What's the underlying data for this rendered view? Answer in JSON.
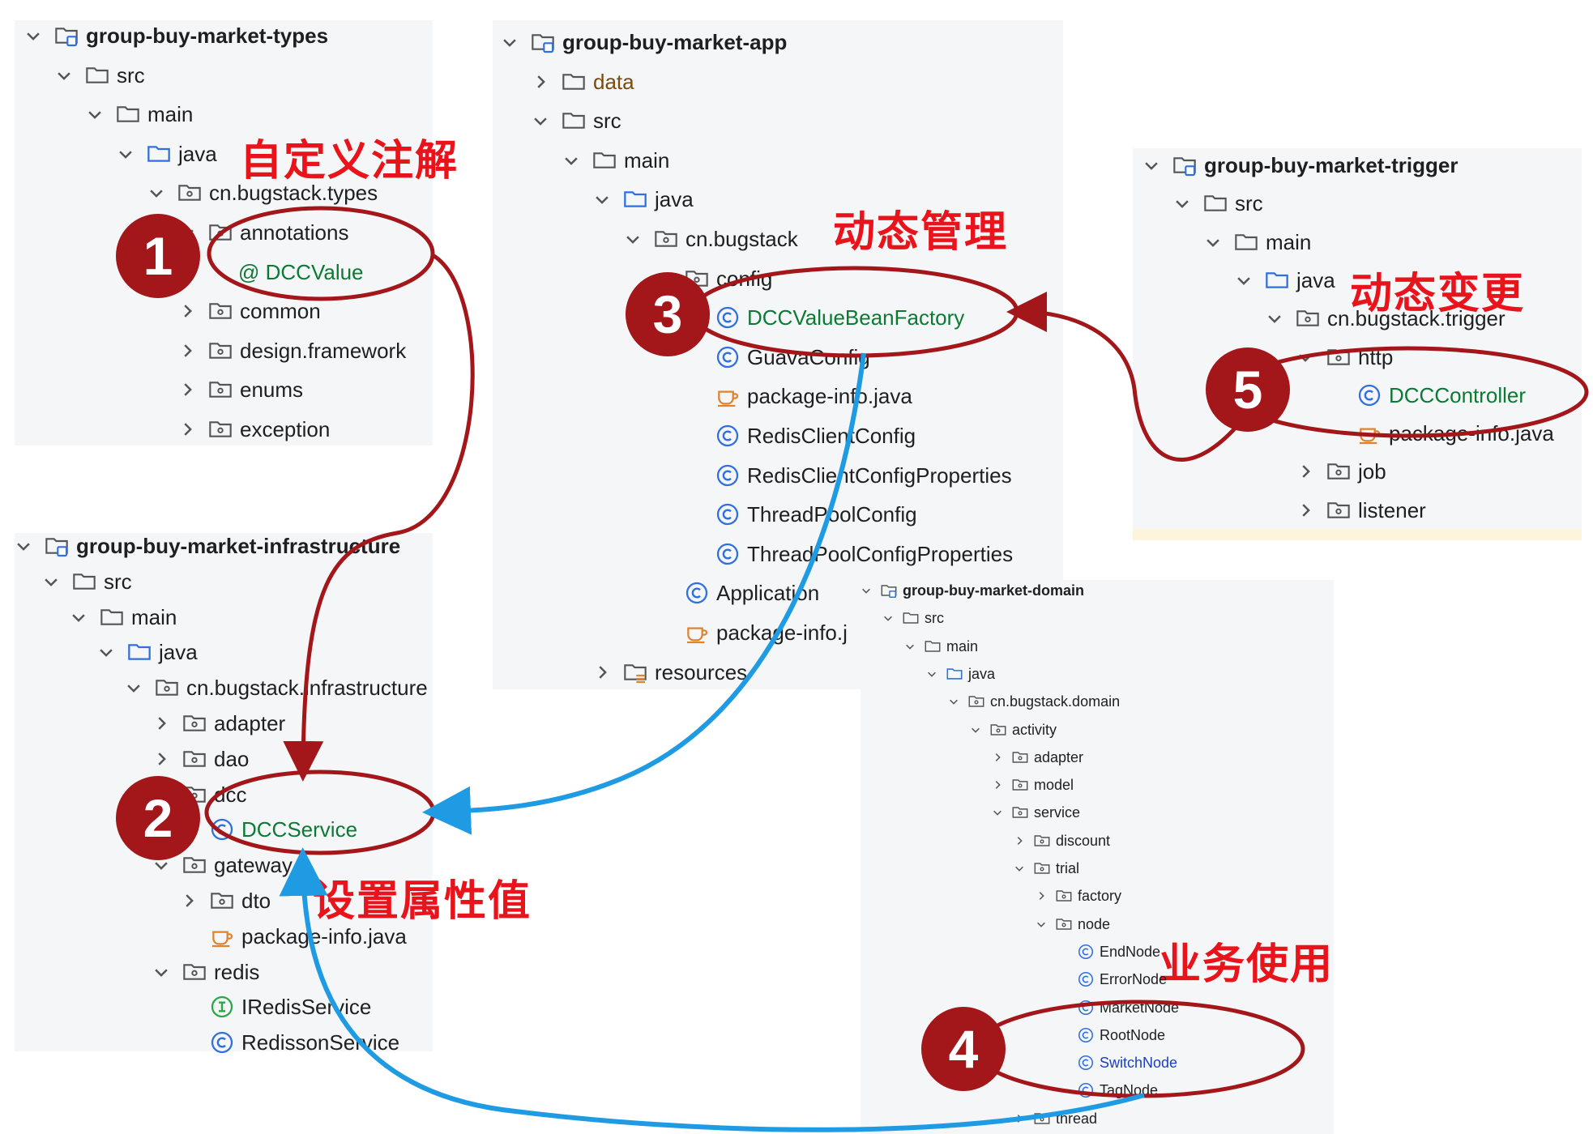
{
  "panels": {
    "types": {
      "rows": [
        {
          "label": "group-buy-market-types",
          "icon": "module-folder-icon",
          "chevron": "down",
          "style": "bold"
        },
        {
          "label": "src",
          "icon": "folder-icon",
          "chevron": "down"
        },
        {
          "label": "main",
          "icon": "folder-icon",
          "chevron": "down"
        },
        {
          "label": "java",
          "icon": "source-folder-icon",
          "chevron": "down"
        },
        {
          "label": "cn.bugstack.types",
          "icon": "package-icon",
          "chevron": "down"
        },
        {
          "label": "annotations",
          "icon": "package-icon",
          "chevron": "down"
        },
        {
          "label": "@ DCCValue",
          "icon": "",
          "chevron": "",
          "style": "green"
        },
        {
          "label": "common",
          "icon": "package-icon",
          "chevron": "right"
        },
        {
          "label": "design.framework",
          "icon": "package-icon",
          "chevron": "right"
        },
        {
          "label": "enums",
          "icon": "package-icon",
          "chevron": "right"
        },
        {
          "label": "exception",
          "icon": "package-icon",
          "chevron": "right"
        }
      ]
    },
    "app": {
      "rows": [
        {
          "label": "group-buy-market-app",
          "icon": "module-folder-icon",
          "chevron": "down",
          "style": "bold"
        },
        {
          "label": "data",
          "icon": "folder-icon",
          "chevron": "right",
          "style": "brown"
        },
        {
          "label": "src",
          "icon": "folder-icon",
          "chevron": "down"
        },
        {
          "label": "main",
          "icon": "folder-icon",
          "chevron": "down"
        },
        {
          "label": "java",
          "icon": "source-folder-icon",
          "chevron": "down"
        },
        {
          "label": "cn.bugstack",
          "icon": "package-icon",
          "chevron": "down"
        },
        {
          "label": "config",
          "icon": "package-icon",
          "chevron": "down"
        },
        {
          "label": "DCCValueBeanFactory",
          "icon": "class-icon",
          "chevron": "",
          "style": "green"
        },
        {
          "label": "GuavaConfig",
          "icon": "class-icon",
          "chevron": ""
        },
        {
          "label": "package-info.java",
          "icon": "java-file-icon",
          "chevron": ""
        },
        {
          "label": "RedisClientConfig",
          "icon": "class-icon",
          "chevron": ""
        },
        {
          "label": "RedisClientConfigProperties",
          "icon": "class-icon",
          "chevron": ""
        },
        {
          "label": "ThreadPoolConfig",
          "icon": "class-icon",
          "chevron": ""
        },
        {
          "label": "ThreadPoolConfigProperties",
          "icon": "class-icon",
          "chevron": ""
        },
        {
          "label": "Application",
          "icon": "class-icon",
          "chevron": ""
        },
        {
          "label": "package-info.j",
          "icon": "java-file-icon",
          "chevron": ""
        },
        {
          "label": "resources",
          "icon": "resources-folder-icon",
          "chevron": "right"
        }
      ]
    },
    "trigger": {
      "rows": [
        {
          "label": "group-buy-market-trigger",
          "icon": "module-folder-icon",
          "chevron": "down",
          "style": "bold"
        },
        {
          "label": "src",
          "icon": "folder-icon",
          "chevron": "down"
        },
        {
          "label": "main",
          "icon": "folder-icon",
          "chevron": "down"
        },
        {
          "label": "java",
          "icon": "source-folder-icon",
          "chevron": "down"
        },
        {
          "label": "cn.bugstack.trigger",
          "icon": "package-icon",
          "chevron": "down"
        },
        {
          "label": "http",
          "icon": "package-icon",
          "chevron": "down"
        },
        {
          "label": "DCCController",
          "icon": "class-icon",
          "chevron": "",
          "style": "green"
        },
        {
          "label": "package-info.java",
          "icon": "java-file-icon",
          "chevron": ""
        },
        {
          "label": "job",
          "icon": "package-icon",
          "chevron": "right"
        },
        {
          "label": "listener",
          "icon": "package-icon",
          "chevron": "right"
        }
      ]
    },
    "infrastructure": {
      "rows": [
        {
          "label": "group-buy-market-infrastructure",
          "icon": "module-folder-icon",
          "chevron": "down",
          "style": "bold"
        },
        {
          "label": "src",
          "icon": "folder-icon",
          "chevron": "down"
        },
        {
          "label": "main",
          "icon": "folder-icon",
          "chevron": "down"
        },
        {
          "label": "java",
          "icon": "source-folder-icon",
          "chevron": "down"
        },
        {
          "label": "cn.bugstack.infrastructure",
          "icon": "package-icon",
          "chevron": "down"
        },
        {
          "label": "adapter",
          "icon": "package-icon",
          "chevron": "right"
        },
        {
          "label": "dao",
          "icon": "package-icon",
          "chevron": "right"
        },
        {
          "label": "dcc",
          "icon": "package-icon",
          "chevron": "down"
        },
        {
          "label": "DCCService",
          "icon": "class-icon",
          "chevron": "",
          "style": "green"
        },
        {
          "label": "gateway",
          "icon": "package-icon",
          "chevron": "down"
        },
        {
          "label": "dto",
          "icon": "package-icon",
          "chevron": "right"
        },
        {
          "label": "package-info.java",
          "icon": "java-file-icon",
          "chevron": ""
        },
        {
          "label": "redis",
          "icon": "package-icon",
          "chevron": "down"
        },
        {
          "label": "IRedisService",
          "icon": "interface-icon",
          "chevron": ""
        },
        {
          "label": "RedissonService",
          "icon": "class-icon",
          "chevron": ""
        }
      ]
    },
    "domain": {
      "rows": [
        {
          "label": "group-buy-market-domain",
          "icon": "module-folder-icon",
          "chevron": "down",
          "style": "bold"
        },
        {
          "label": "src",
          "icon": "folder-icon",
          "chevron": "down"
        },
        {
          "label": "main",
          "icon": "folder-icon",
          "chevron": "down"
        },
        {
          "label": "java",
          "icon": "source-folder-icon",
          "chevron": "down"
        },
        {
          "label": "cn.bugstack.domain",
          "icon": "package-icon",
          "chevron": "down"
        },
        {
          "label": "activity",
          "icon": "package-icon",
          "chevron": "down"
        },
        {
          "label": "adapter",
          "icon": "package-icon",
          "chevron": "right"
        },
        {
          "label": "model",
          "icon": "package-icon",
          "chevron": "right"
        },
        {
          "label": "service",
          "icon": "package-icon",
          "chevron": "down"
        },
        {
          "label": "discount",
          "icon": "package-icon",
          "chevron": "right"
        },
        {
          "label": "trial",
          "icon": "package-icon",
          "chevron": "down"
        },
        {
          "label": "factory",
          "icon": "package-icon",
          "chevron": "right"
        },
        {
          "label": "node",
          "icon": "package-icon",
          "chevron": "down"
        },
        {
          "label": "EndNode",
          "icon": "class-icon",
          "chevron": ""
        },
        {
          "label": "ErrorNode",
          "icon": "class-icon",
          "chevron": ""
        },
        {
          "label": "MarketNode",
          "icon": "class-icon",
          "chevron": ""
        },
        {
          "label": "RootNode",
          "icon": "class-icon",
          "chevron": ""
        },
        {
          "label": "SwitchNode",
          "icon": "class-icon",
          "chevron": "",
          "style": "blue"
        },
        {
          "label": "TagNode",
          "icon": "class-icon",
          "chevron": ""
        },
        {
          "label": "thread",
          "icon": "package-icon",
          "chevron": "right"
        }
      ]
    }
  },
  "annotations": {
    "custom_annotation": "自定义注解",
    "dynamic_management": "动态管理",
    "dynamic_change": "动态变更",
    "set_property_value": "设置属性值",
    "business_usage": "业务使用"
  },
  "badges": [
    "1",
    "2",
    "3",
    "4",
    "5"
  ],
  "colors": {
    "panel_bg": "#f5f6f8",
    "highlight_green": "#0b7a33",
    "badge_red": "#a3161a",
    "annotation_red": "#e8131b",
    "arrow_darkred": "#a3161a",
    "arrow_blue": "#1e9be3"
  }
}
